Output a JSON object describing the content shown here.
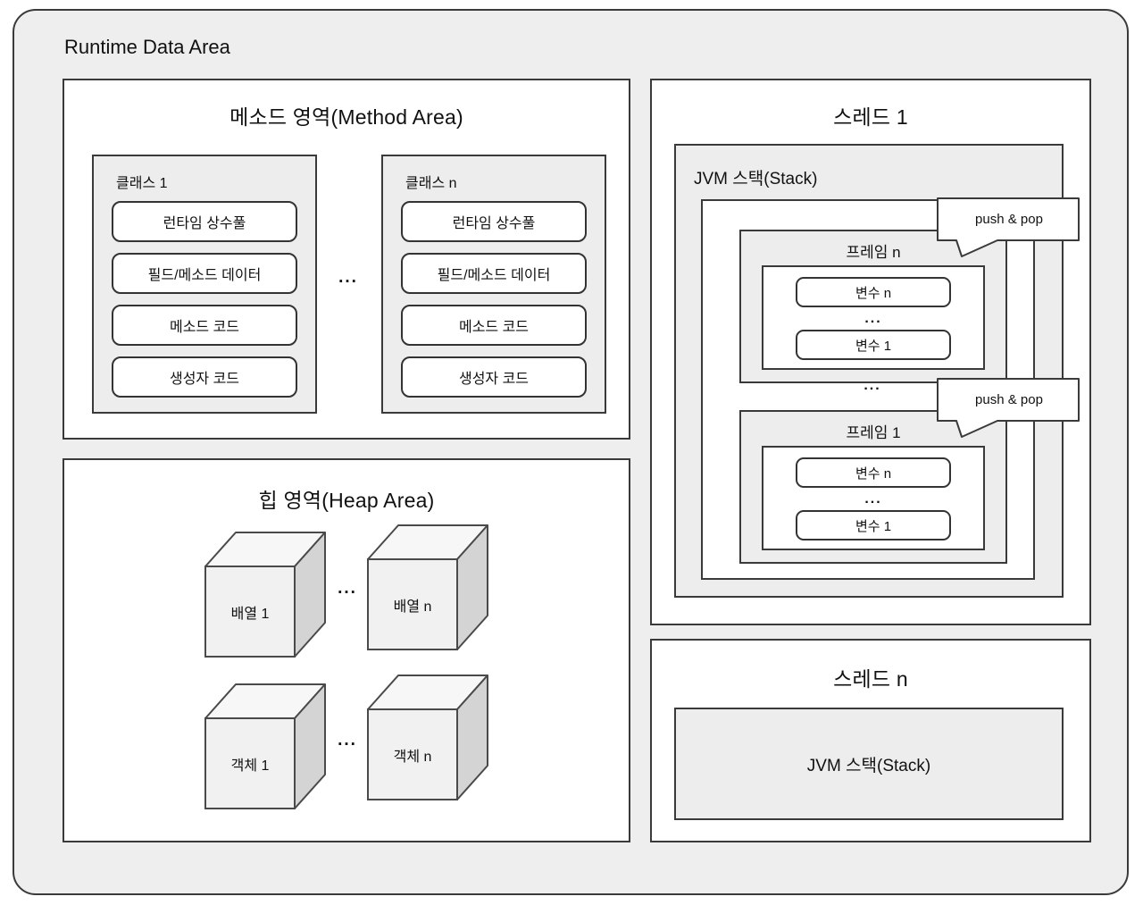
{
  "root": {
    "title": "Runtime Data Area"
  },
  "method_area": {
    "title": "메소드 영역(Method Area)",
    "ellipsis": "...",
    "classes": [
      {
        "label": "클래스 1",
        "items": [
          "런타임 상수풀",
          "필드/메소드 데이터",
          "메소드 코드",
          "생성자 코드"
        ]
      },
      {
        "label": "클래스 n",
        "items": [
          "런타임 상수풀",
          "필드/메소드 데이터",
          "메소드 코드",
          "생성자 코드"
        ]
      }
    ]
  },
  "heap_area": {
    "title": "힙 영역(Heap Area)",
    "ellipsis": "...",
    "cube_rows": [
      {
        "labels": [
          "배열 1",
          "배열 n"
        ]
      },
      {
        "labels": [
          "객체 1",
          "객체 n"
        ]
      }
    ]
  },
  "thread_1": {
    "title": "스레드 1",
    "stack_label": "JVM 스택(Stack)",
    "push_pop_label": "push & pop",
    "ellipsis": "...",
    "frames": [
      {
        "label": "프레임 n",
        "top_var": "변수 n",
        "ellipsis": "...",
        "bottom_var": "변수 1"
      },
      {
        "label": "프레임 1",
        "top_var": "변수 n",
        "ellipsis": "...",
        "bottom_var": "변수 1"
      }
    ]
  },
  "thread_n": {
    "title": "스레드 n",
    "stack_label": "JVM 스택(Stack)"
  },
  "colors": {
    "canvas_bg": "#ffffff",
    "area_bg": "#eeeeee",
    "panel_bg": "#ffffff",
    "inset_bg": "#ededed",
    "border": "#3a3a3a",
    "cube_front": "#f1f1f1",
    "cube_top": "#f7f7f7",
    "cube_side": "#d4d4d4"
  }
}
